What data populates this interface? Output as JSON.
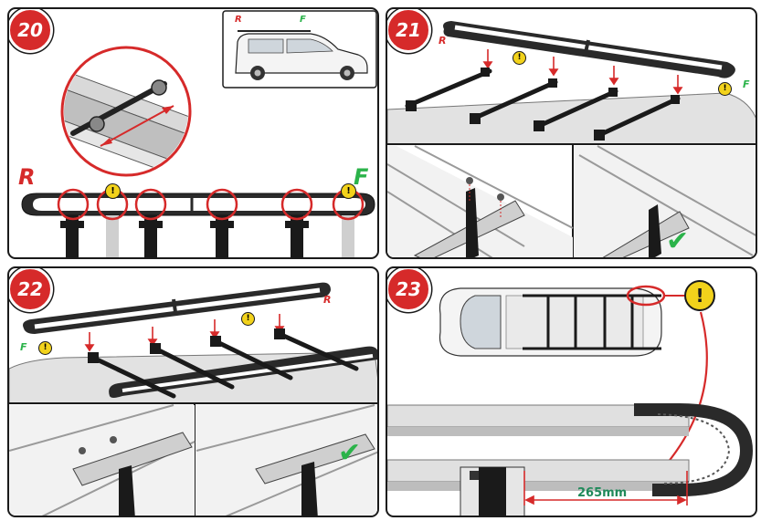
{
  "steps": [
    {
      "number": "20",
      "labels": {
        "rear": "R",
        "front": "F"
      },
      "thumb": {
        "rear": "R",
        "front": "F"
      }
    },
    {
      "number": "21",
      "labels": {
        "rear": "R",
        "front": "F"
      }
    },
    {
      "number": "22",
      "labels": {
        "rear": "R",
        "front": "F"
      }
    },
    {
      "number": "23",
      "measurement": "265mm"
    }
  ],
  "symbols": {
    "warning": "!",
    "check": "✔"
  },
  "colors": {
    "badge": "#d62a2a",
    "rear_label": "#d62a2a",
    "front_label": "#2bb34a",
    "warning": "#f2d21b",
    "check": "#2bb34a",
    "circle": "#d62a2a",
    "measure": "#1f8a5a"
  }
}
